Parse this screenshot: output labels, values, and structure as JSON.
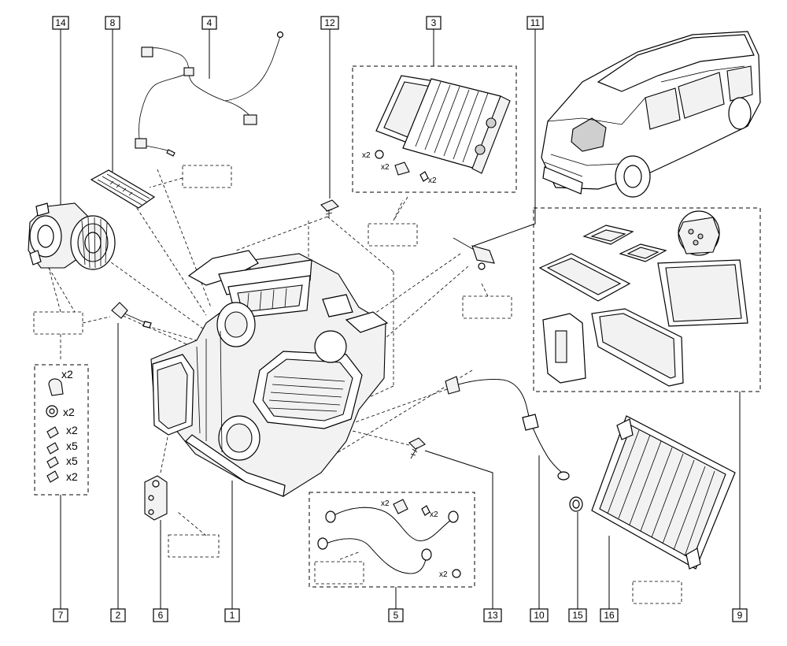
{
  "callouts": [
    {
      "id": "14",
      "label": "14"
    },
    {
      "id": "8",
      "label": "8"
    },
    {
      "id": "4",
      "label": "4"
    },
    {
      "id": "12",
      "label": "12"
    },
    {
      "id": "3",
      "label": "3"
    },
    {
      "id": "11",
      "label": "11"
    },
    {
      "id": "7",
      "label": "7"
    },
    {
      "id": "2",
      "label": "2"
    },
    {
      "id": "6",
      "label": "6"
    },
    {
      "id": "1",
      "label": "1"
    },
    {
      "id": "5",
      "label": "5"
    },
    {
      "id": "13",
      "label": "13"
    },
    {
      "id": "10",
      "label": "10"
    },
    {
      "id": "15",
      "label": "15"
    },
    {
      "id": "16",
      "label": "16"
    },
    {
      "id": "9",
      "label": "9"
    }
  ],
  "kit_7": {
    "items": [
      {
        "part": "clip",
        "qty": "x2"
      },
      {
        "part": "o-ring",
        "qty": "x2"
      },
      {
        "part": "screw",
        "qty": "x2"
      },
      {
        "part": "screw",
        "qty": "x5"
      },
      {
        "part": "screw",
        "qty": "x5"
      },
      {
        "part": "screw",
        "qty": "x2"
      }
    ]
  },
  "kit_3": {
    "items": [
      {
        "part": "o-ring",
        "qty": "x2"
      },
      {
        "part": "clip",
        "qty": "x2"
      },
      {
        "part": "screw",
        "qty": "x2"
      }
    ]
  },
  "kit_5": {
    "items": [
      {
        "part": "clip",
        "qty": "x2"
      },
      {
        "part": "screw",
        "qty": "x2"
      },
      {
        "part": "o-ring",
        "qty": "x2"
      }
    ]
  }
}
